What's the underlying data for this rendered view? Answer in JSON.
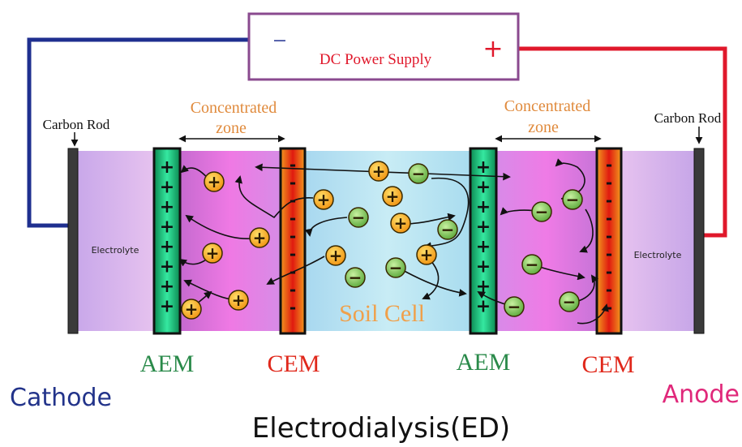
{
  "power_supply": {
    "label": "DC Power Supply",
    "minus": "−",
    "plus": "+"
  },
  "electrodes": {
    "left_rod": "Carbon Rod",
    "right_rod": "Carbon Rod",
    "left_electrolyte": "Electrolyte",
    "right_electrolyte": "Electrolyte"
  },
  "zones": {
    "left_line1": "Concentrated",
    "left_line2": "zone",
    "right_line1": "Concentrated",
    "right_line2": "zone",
    "soil_cell": "Soil Cell"
  },
  "membranes": {
    "aem_left": "AEM",
    "cem_left": "CEM",
    "aem_right": "AEM",
    "cem_right": "CEM"
  },
  "terminals": {
    "cathode": "Cathode",
    "anode": "Anode"
  },
  "title": "Electrodialysis(ED)",
  "ion_symbols": {
    "cation": "+",
    "anion": "−",
    "aem_sign": "+",
    "cem_sign": "-"
  },
  "colors": {
    "cathode_wire": "#1f2f8f",
    "anode_wire": "#e0182b",
    "power_box": "#8a4a8f",
    "concentrated_text": "#e08a3c",
    "aem_text": "#2a8a4a",
    "cem_text": "#e0281b",
    "cathode_text": "#22338a",
    "anode_text": "#e0287a",
    "cation_fill": "#f7a51e",
    "anion_fill": "#8ed06a"
  }
}
